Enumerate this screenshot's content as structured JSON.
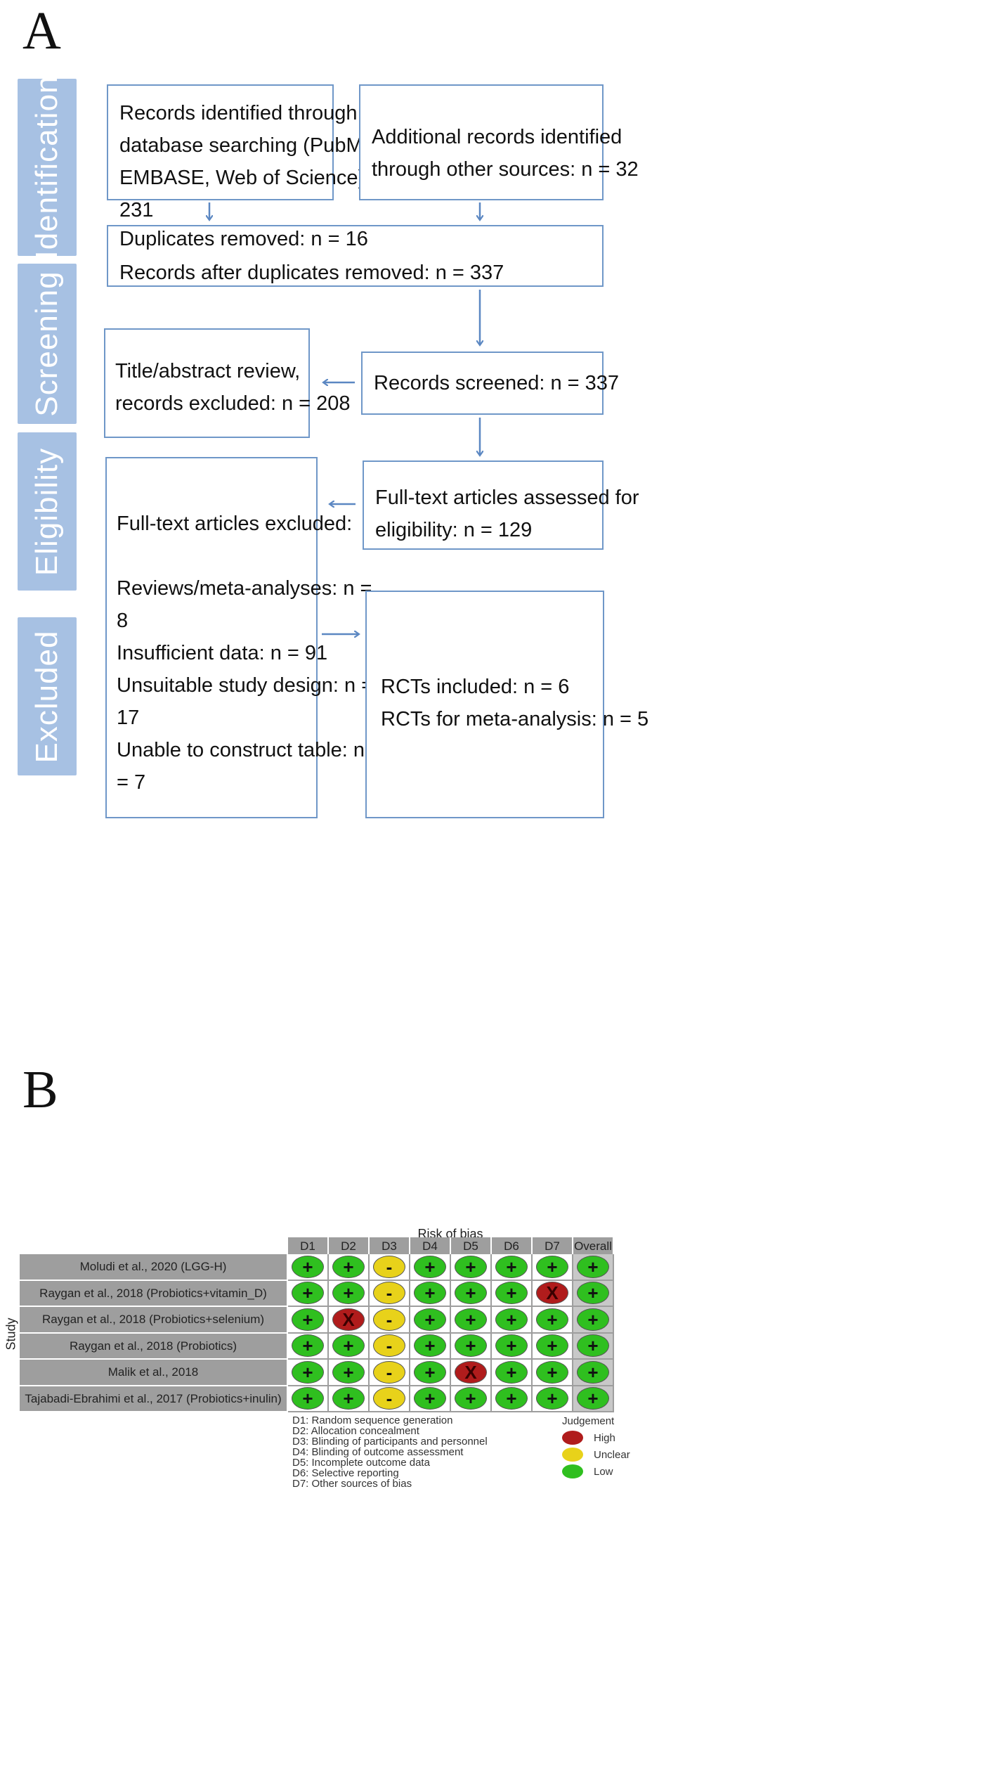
{
  "panel_a": {
    "letter": "A",
    "stages": [
      {
        "id": "identification",
        "label": "Identification"
      },
      {
        "id": "screening",
        "label": "Screening"
      },
      {
        "id": "eligibility",
        "label": "Eligibility"
      },
      {
        "id": "excluded",
        "label": "Excluded"
      }
    ],
    "boxes": {
      "database": [
        "Records identified through",
        "database searching (PubMed,",
        "EMBASE, Web of Science): n =",
        "231"
      ],
      "additional": [
        "Additional records identified",
        "through other sources: n = 32"
      ],
      "duplicates": [
        "Duplicates removed: n = 16",
        "Records after duplicates removed: n = 337"
      ],
      "title_abstract": [
        "Title/abstract review,",
        "records excluded: n = 208"
      ],
      "screened": [
        "Records screened: n = 337"
      ],
      "fulltext_assessed": [
        "Full-text articles assessed for",
        "eligibility: n = 129"
      ],
      "fulltext_excluded": [
        "Full-text articles excluded:",
        "",
        "Reviews/meta-analyses:  n =",
        "8",
        "Insufficient data: n = 91",
        "Unsuitable study design: n =",
        "17",
        "Unable to construct table: n",
        "= 7"
      ],
      "included": [
        "RCTs included: n = 6",
        "RCTs for meta-analysis: n = 5"
      ]
    }
  },
  "panel_b": {
    "letter": "B",
    "header": "Risk of bias",
    "columns": [
      "D1",
      "D2",
      "D3",
      "D4",
      "D5",
      "D6",
      "D7",
      "Overall"
    ],
    "axis_label": "Study",
    "rows": [
      {
        "study": "Moludi et al., 2020 (LGG-H)",
        "judgements": [
          "low",
          "low",
          "unclear",
          "low",
          "low",
          "low",
          "low",
          "low"
        ]
      },
      {
        "study": "Raygan et al., 2018 (Probiotics+vitamin_D)",
        "judgements": [
          "low",
          "low",
          "unclear",
          "low",
          "low",
          "low",
          "high",
          "low"
        ]
      },
      {
        "study": "Raygan et al., 2018 (Probiotics+selenium)",
        "judgements": [
          "low",
          "high",
          "unclear",
          "low",
          "low",
          "low",
          "low",
          "low"
        ]
      },
      {
        "study": "Raygan et al., 2018 (Probiotics)",
        "judgements": [
          "low",
          "low",
          "unclear",
          "low",
          "low",
          "low",
          "low",
          "low"
        ]
      },
      {
        "study": "Malik et al., 2018",
        "judgements": [
          "low",
          "low",
          "unclear",
          "low",
          "high",
          "low",
          "low",
          "low"
        ]
      },
      {
        "study": "Tajabadi-Ebrahimi et al., 2017 (Probiotics+inulin)",
        "judgements": [
          "low",
          "low",
          "unclear",
          "low",
          "low",
          "low",
          "low",
          "low"
        ]
      }
    ],
    "domain_legend": [
      "D1: Random sequence generation",
      "D2: Allocation concealment",
      "D3: Blinding of participants and personnel",
      "D4: Blinding of outcome assessment",
      "D5: Incomplete outcome data",
      "D6: Selective reporting",
      "D7: Other sources of bias"
    ],
    "judgement_title": "Judgement",
    "judgement_legend": [
      {
        "key": "high",
        "label": "High",
        "symbol": "X",
        "color": "#b01c1c"
      },
      {
        "key": "unclear",
        "label": "Unclear",
        "symbol": "-",
        "color": "#e8d21a"
      },
      {
        "key": "low",
        "label": "Low",
        "symbol": "+",
        "color": "#2fbf1f"
      }
    ]
  }
}
